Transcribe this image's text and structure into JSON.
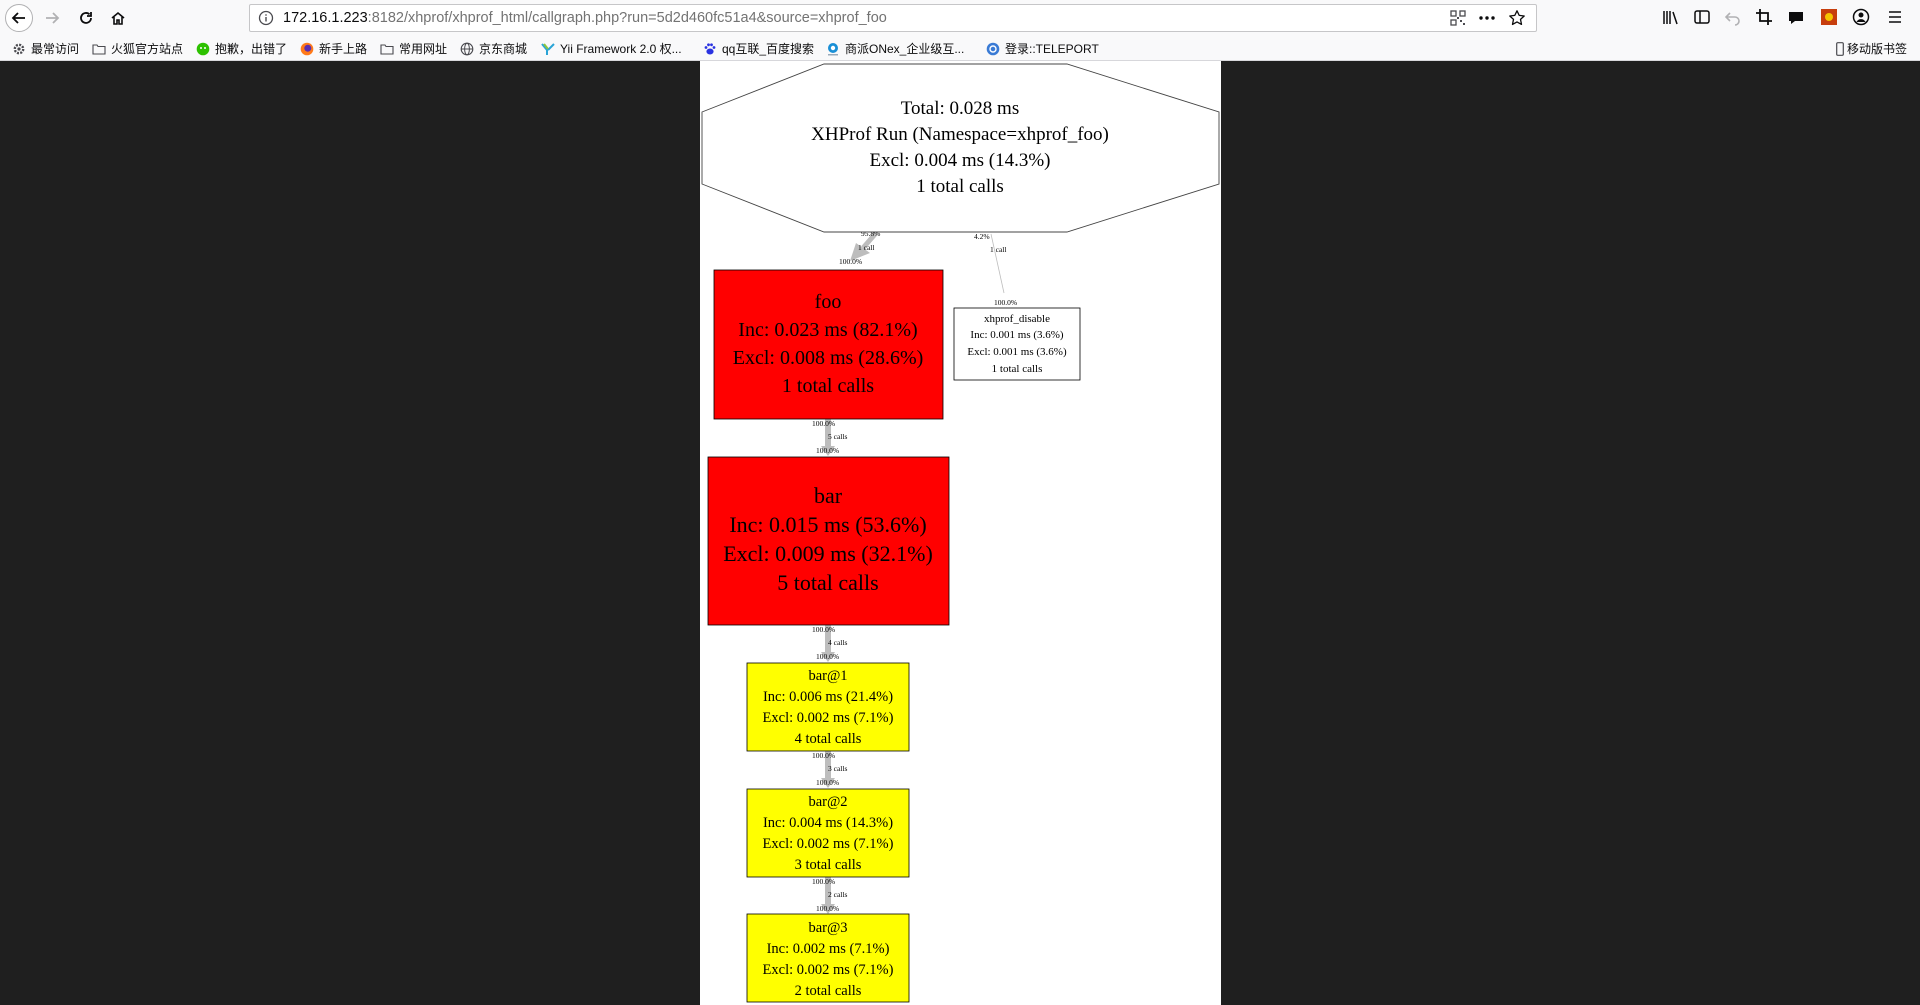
{
  "browser": {
    "url_host": "172.16.1.223",
    "url_rest": ":8182/xhprof/xhprof_html/callgraph.php?run=5d2d460fc51a4&source=xhprof_foo"
  },
  "bookmarks": [
    {
      "label": "最常访问",
      "icon": "gear-icon"
    },
    {
      "label": "火狐官方站点",
      "icon": "folder-icon"
    },
    {
      "label": "抱歉，出错了",
      "icon": "wechat-icon"
    },
    {
      "label": "新手上路",
      "icon": "firefox-icon"
    },
    {
      "label": "常用网址",
      "icon": "folder-icon"
    },
    {
      "label": "京东商城",
      "icon": "globe-icon"
    },
    {
      "label": "Yii Framework 2.0 权...",
      "icon": "yii-icon"
    },
    {
      "label": "qq互联_百度搜索",
      "icon": "baidu-icon"
    },
    {
      "label": "商派ONex_企业级互...",
      "icon": "onex-icon"
    },
    {
      "label": "登录::TELEPORT",
      "icon": "teleport-icon"
    }
  ],
  "mobile_bookmarks": "移动版书签",
  "colors": {
    "hot": "#ff0000",
    "warm": "#ffff00",
    "cold": "#ffffff",
    "background": "#1f1f1f"
  },
  "graph": {
    "root": {
      "lines": [
        "Total: 0.028 ms",
        "XHProf Run (Namespace=xhprof_foo)",
        "Excl: 0.004 ms (14.3%)",
        "1 total calls"
      ]
    },
    "nodes": {
      "foo": {
        "lines": [
          "foo",
          "Inc: 0.023 ms (82.1%)",
          "Excl: 0.008 ms (28.6%)",
          "1 total calls"
        ]
      },
      "xhprof_disable": {
        "lines": [
          "xhprof_disable",
          "Inc: 0.001 ms (3.6%)",
          "Excl: 0.001 ms (3.6%)",
          "1 total calls"
        ]
      },
      "bar": {
        "lines": [
          "bar",
          "Inc: 0.015 ms (53.6%)",
          "Excl: 0.009 ms (32.1%)",
          "5 total calls"
        ]
      },
      "bar1": {
        "lines": [
          "bar@1",
          "Inc: 0.006 ms (21.4%)",
          "Excl: 0.002 ms (7.1%)",
          "4 total calls"
        ]
      },
      "bar2": {
        "lines": [
          "bar@2",
          "Inc: 0.004 ms (14.3%)",
          "Excl: 0.002 ms (7.1%)",
          "3 total calls"
        ]
      },
      "bar3": {
        "lines": [
          "bar@3",
          "Inc: 0.002 ms (7.1%)",
          "Excl: 0.002 ms (7.1%)",
          "2 total calls"
        ]
      }
    },
    "edges": {
      "root_foo": {
        "tail": "95.8%",
        "calls": "1 call",
        "head": "100.0%"
      },
      "root_xhprof": {
        "tail": "4.2%",
        "calls": "1 call",
        "head": "100.0%"
      },
      "foo_bar": {
        "tail": "100.0%",
        "calls": "5 calls",
        "head": "100.0%"
      },
      "bar_bar1": {
        "tail": "100.0%",
        "calls": "4 calls",
        "head": "100.0%"
      },
      "bar1_bar2": {
        "tail": "100.0%",
        "calls": "3 calls",
        "head": "100.0%"
      },
      "bar2_bar3": {
        "tail": "100.0%",
        "calls": "2 calls",
        "head": "100.0%"
      }
    }
  }
}
